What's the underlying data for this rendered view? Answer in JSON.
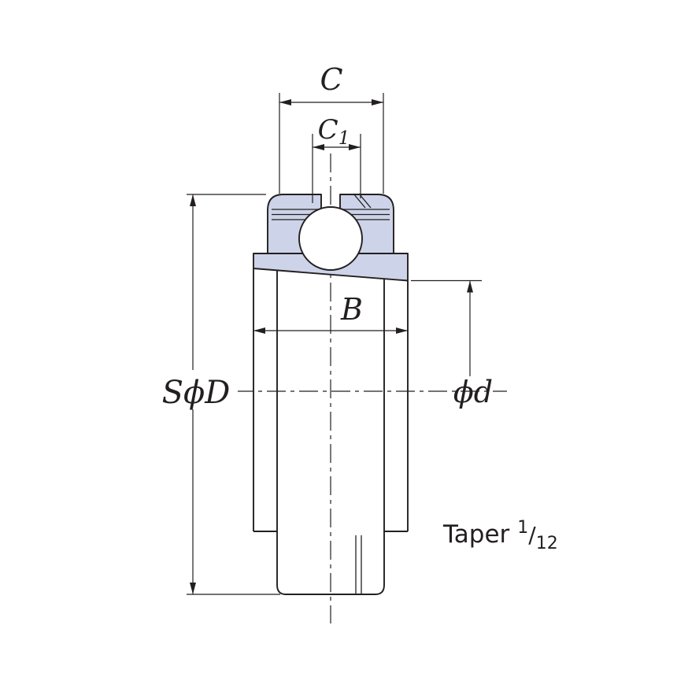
{
  "page": {
    "background_color": "#ffffff"
  },
  "diagram": {
    "kind": "bearing-cross-section-dimension-drawing",
    "colors": {
      "line": "#231f20",
      "part_fill": "#cdd3e8"
    },
    "dimensions": {
      "c": "C",
      "c1_base": "C",
      "c1_sub": "1",
      "b": "B",
      "s_phi_d": "SϕD",
      "phi_d": "ϕd"
    },
    "note": {
      "taper_label": "Taper",
      "taper_numerator": "1",
      "taper_slash": "/",
      "taper_denominator": "12"
    }
  }
}
